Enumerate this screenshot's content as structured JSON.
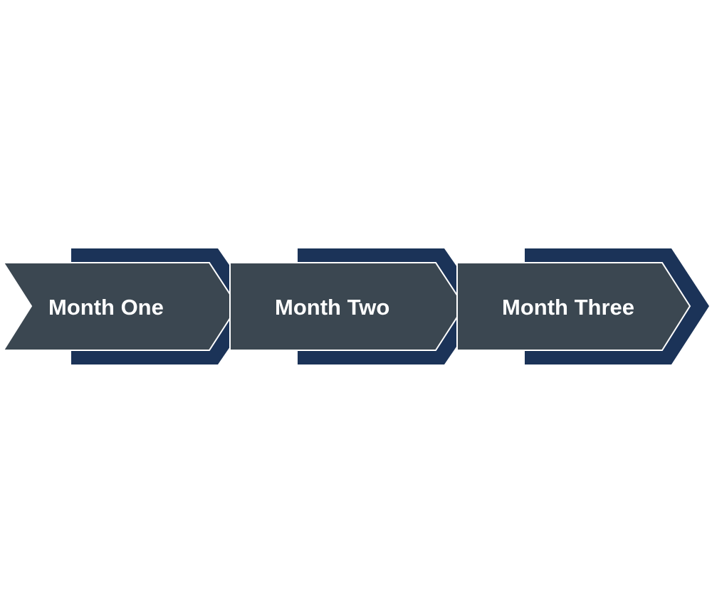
{
  "steps": [
    {
      "label": "Month One"
    },
    {
      "label": "Month Two"
    },
    {
      "label": "Month Three"
    }
  ],
  "colors": {
    "background": "#ffffff",
    "chevron_fill": "#3b4751",
    "chevron_outline": "#ffffff",
    "back_chevron": "#1b3358",
    "label_text": "#ffffff"
  }
}
